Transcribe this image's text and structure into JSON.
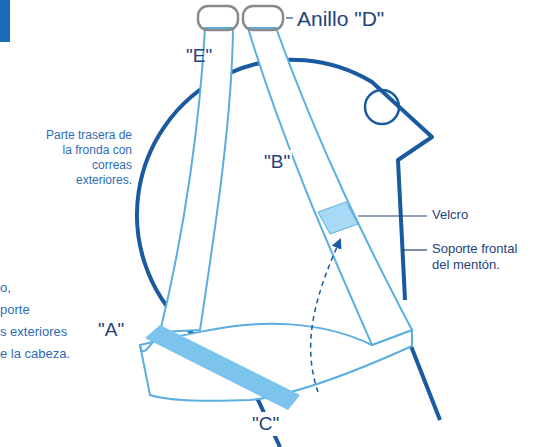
{
  "diagram": {
    "labels": [
      "Anillo \"D\"",
      "\"E\"",
      "Parte trasera de la fronda con correas exteriores.",
      "\"B\"",
      "Velcro",
      "Soporte frontal del mentón.",
      "\"A\"",
      "\"C\"",
      "o,",
      "porte",
      "s exteriores",
      "e la cabeza."
    ]
  }
}
